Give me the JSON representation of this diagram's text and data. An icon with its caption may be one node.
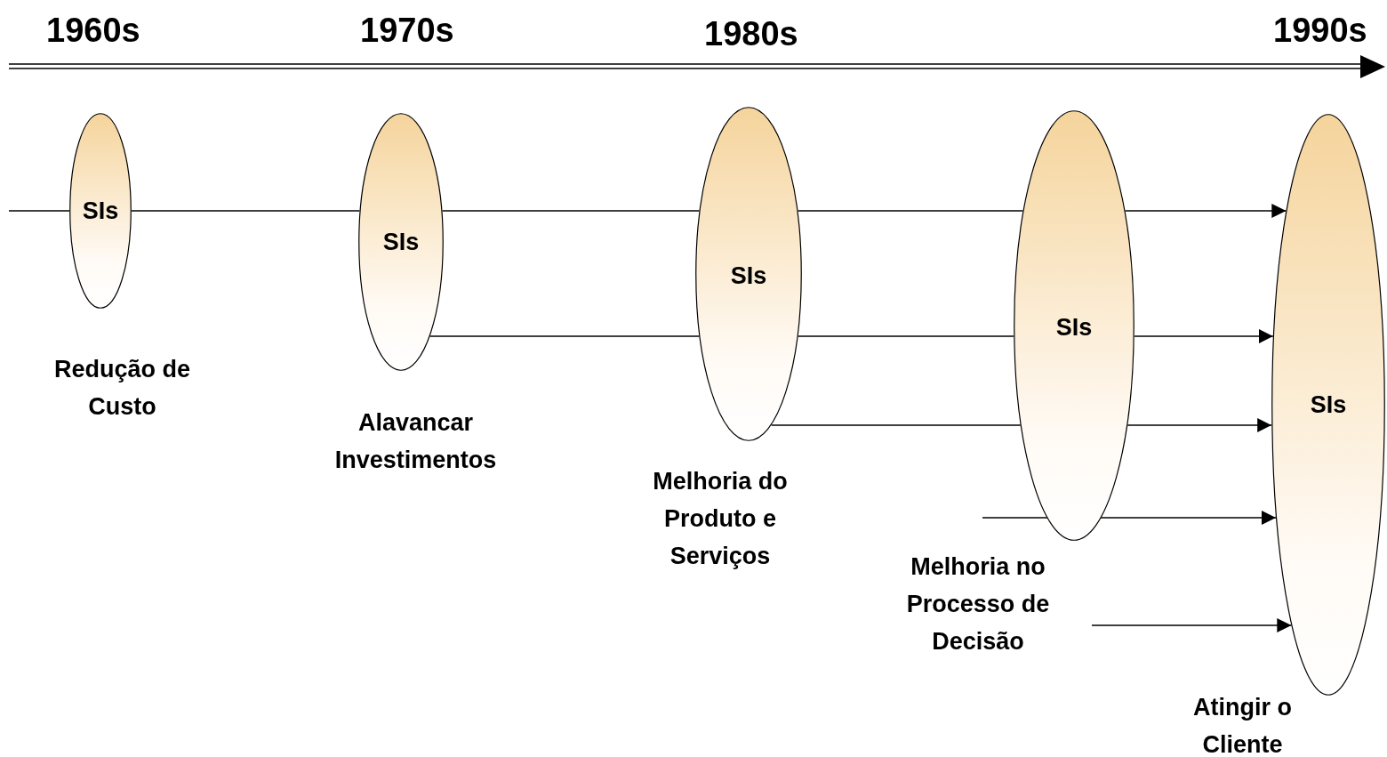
{
  "diagram": {
    "nodes": [
      {
        "text": [
          "SIs"
        ],
        "beside": [
          "Redução de Custo"
        ]
      },
      {
        "text": [
          "SIs"
        ],
        "beside": [
          "Alavancar Investimentos"
        ]
      },
      {
        "text": [
          "SIs"
        ],
        "beside": [
          "Melhoria do Produto e Serviços"
        ]
      },
      {
        "text": [
          "SIs"
        ],
        "beside": [
          "Melhoria no Processo de Decisão"
        ]
      },
      {
        "text": [
          "SIs"
        ],
        "beside": [
          "Atingir o Cliente"
        ]
      }
    ],
    "edges": [
      {
        "from": null,
        "to": 0,
        "arrow": "none"
      },
      {
        "from": 0,
        "to": 1,
        "arrow": "none"
      },
      {
        "from": 1,
        "to": 2,
        "arrow": "none"
      },
      {
        "from": 2,
        "to": 3,
        "arrow": "none"
      },
      {
        "from": 3,
        "to": 4,
        "arrow": "to"
      },
      {
        "from": 1,
        "to": 2,
        "arrow": "none"
      },
      {
        "from": 2,
        "to": 3,
        "arrow": "none"
      },
      {
        "from": 3,
        "to": 4,
        "arrow": "to"
      },
      {
        "from": 2,
        "to": 3,
        "arrow": "none"
      },
      {
        "from": 3,
        "to": 4,
        "arrow": "to"
      },
      {
        "from": null,
        "to": 4,
        "arrow": "to"
      },
      {
        "from": null,
        "to": 4,
        "arrow": "to"
      }
    ],
    "labels": [
      "1960s",
      "1970s",
      "1980s",
      "1990s"
    ]
  }
}
